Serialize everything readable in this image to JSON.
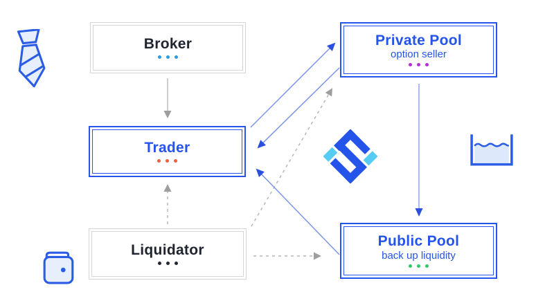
{
  "diagram": {
    "nodes": [
      {
        "id": "broker",
        "label": "Broker",
        "style": "gray",
        "dots_color": "#2d9cdb"
      },
      {
        "id": "trader",
        "label": "Trader",
        "style": "blue",
        "dots_color": "#f0603d"
      },
      {
        "id": "liquidator",
        "label": "Liquidator",
        "style": "gray",
        "dots_color": "#232833"
      },
      {
        "id": "private-pool",
        "label": "Private Pool",
        "sublabel": "option seller",
        "style": "blue",
        "dots_color": "#b42fd9"
      },
      {
        "id": "public-pool",
        "label": "Public Pool",
        "sublabel": "back up liquidity",
        "style": "blue",
        "dots_color": "#31c86d"
      }
    ],
    "connections": [
      {
        "from": "Broker",
        "to": "Trader",
        "line": "solid",
        "color": "gray"
      },
      {
        "from": "Liquidator",
        "to": "Trader",
        "line": "dashed",
        "color": "gray"
      },
      {
        "from": "Liquidator",
        "to": "Private Pool",
        "line": "dashed",
        "color": "gray"
      },
      {
        "from": "Liquidator",
        "to": "Public Pool",
        "line": "dashed",
        "color": "gray"
      },
      {
        "from": "Trader",
        "to": "Private Pool",
        "line": "solid",
        "color": "blue"
      },
      {
        "from": "Private Pool",
        "to": "Trader",
        "line": "solid",
        "color": "blue"
      },
      {
        "from": "Private Pool",
        "to": "Public Pool",
        "line": "solid",
        "color": "blue"
      },
      {
        "from": "Public Pool",
        "to": "Trader",
        "line": "solid",
        "color": "blue"
      }
    ],
    "icons": [
      {
        "name": "tie-icon"
      },
      {
        "name": "wallet-icon"
      },
      {
        "name": "siren-logo"
      },
      {
        "name": "liquidity-pool-icon"
      }
    ],
    "colors": {
      "primary_blue": "#2454e9",
      "logo_cyan": "#56ccf2",
      "line_blue": "#7b93ea",
      "gray_border": "#d6d6d6",
      "gray_line": "#b5b5b5",
      "dark_text": "#20242e",
      "icon_fill": "#e7effc"
    }
  }
}
